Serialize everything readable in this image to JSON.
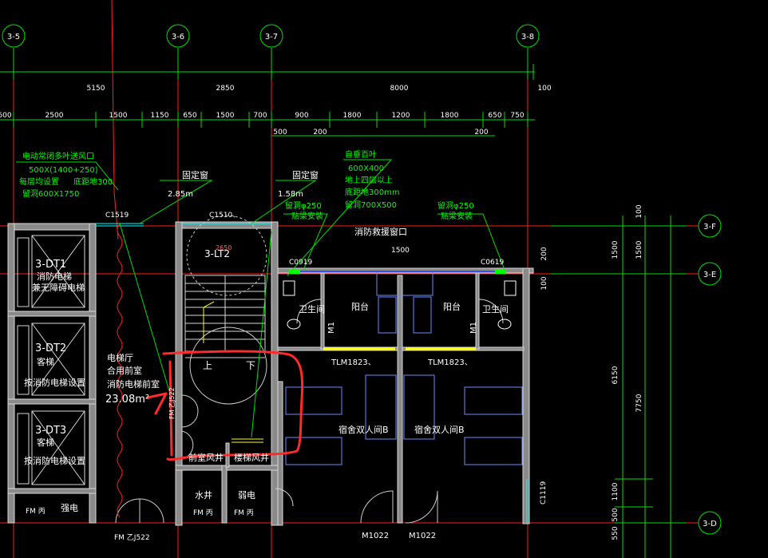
{
  "colors": {
    "background": "#000000",
    "grid_axis": "#ff2020",
    "dimension": "#00e000",
    "wall": "#d8d8d8",
    "wall_fill": "#9a9a9a",
    "text_white": "#ffffff",
    "text_green": "#00ff00",
    "text_yellow": "#ffff00",
    "furniture": "#6a8cff",
    "markup": "#ff2a2a",
    "glass": "#00ffff"
  },
  "axes_top": [
    "3-5",
    "3-6",
    "3-7",
    "3-8"
  ],
  "axes_right": [
    "3-F",
    "3-E",
    "3-D"
  ],
  "dims_top_row1": [
    "5150",
    "2850",
    "8000",
    "100"
  ],
  "dims_top_row2": [
    "600",
    "2500",
    "1500",
    "1150",
    "650",
    "1500",
    "700",
    "900",
    "1800",
    "1200",
    "1800",
    "650",
    "750"
  ],
  "dims_top_row3": [
    "500",
    "200",
    "200"
  ],
  "dims_right": [
    "100",
    "1500",
    "1500",
    "6150",
    "7750",
    "1100",
    "550",
    "500",
    "200",
    "100"
  ],
  "notes": {
    "smoke_vent_title": "电动常闭多叶送风口",
    "smoke_vent_size": "500X(1400+250)",
    "smoke_vent_floor": "每层均设置",
    "smoke_vent_sill": "底距地300",
    "smoke_vent_hole": "留洞600X1750",
    "fixed_window_1": "固定窗",
    "fixed_window_1_h": "2.85m",
    "fixed_window_2": "固定窗",
    "fixed_window_2_h": "1.58m",
    "self_louver_title": "自垂百叶",
    "self_louver_size": "600X400",
    "self_louver_floor": "地上四层以上",
    "self_louver_sill": "底距地300mm",
    "self_louver_hole": "留洞700X500",
    "hole_250_left_1": "留洞φ250",
    "hole_250_left_2": "贴梁安装",
    "hole_250_right_1": "留洞φ250",
    "hole_250_right_2": "贴梁安装",
    "rescue_window": "消防救援窗口",
    "rescue_width": "1500"
  },
  "rooms": {
    "dt1_code": "3-DT1",
    "dt1_line1": "消防电梯",
    "dt1_line2": "兼无障碍电梯",
    "dt2_code": "3-DT2",
    "dt2_line1": "客梯",
    "dt2_line2": "按消防电梯设置",
    "dt3_code": "3-DT3",
    "dt3_line1": "客梯",
    "dt3_line2": "按消防电梯设置",
    "stair_code": "3-LT2",
    "stair_up": "上",
    "stair_down": "下",
    "lobby_line1": "电梯厅",
    "lobby_line2": "合用前室",
    "lobby_line3": "消防电梯前室",
    "lobby_area": "23.08m²",
    "front_shaft": "前室风井",
    "stair_shaft": "楼梯风井",
    "water_shaft": "水井",
    "weak_elec": "弱电",
    "strong_elec": "强电",
    "bath_left": "卫生间",
    "bath_right": "卫生间",
    "balcony_left": "阳台",
    "balcony_right": "阳台",
    "dorm_left": "宿舍双人间B",
    "dorm_right": "宿舍双人间B"
  },
  "tags": {
    "c1519": "C1519",
    "c1510": "C1510、",
    "c0919": "C0919",
    "c0619": "C0619",
    "tlm_left": "TLM1823、",
    "tlm_right": "TLM1823、",
    "m1_left": "M1",
    "m1_right": "M1",
    "m1022_left": "M1022",
    "m1022_right": "M1022",
    "fm_zj522_a": "FM 乙J522",
    "fm_zj522_b": "FM 乙J522",
    "fm_bing_1": "FM 丙",
    "fm_bing_2": "FM 丙",
    "fm_bing_3": "FM 丙",
    "c1119": "C1119",
    "lt_w": "2650"
  }
}
